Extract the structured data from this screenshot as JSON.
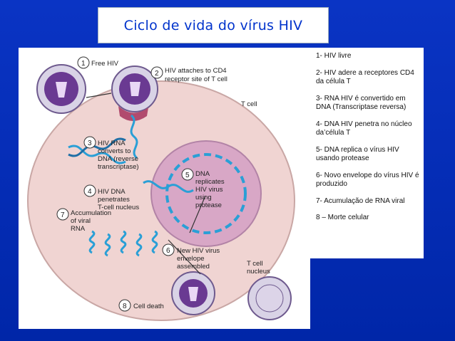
{
  "title": "Ciclo de vida do vírus HIV",
  "diagram": {
    "labels": {
      "step1": "Free HIV",
      "step2_line1": "HIV attaches to CD4",
      "step2_line2": "receptor site of T cell",
      "tcell": "T cell",
      "step3_line1": "HIV RNA",
      "step3_line2": "converts to",
      "step3_line3": "DNA (reverse",
      "step3_line4": "transcriptase)",
      "step4_line1": "HIV DNA",
      "step4_line2": "penetrates",
      "step4_line3": "T-cell nucleus",
      "step5_line1": "DNA",
      "step5_line2": "replicates",
      "step5_line3": "HIV virus",
      "step5_line4": "using",
      "step5_line5": "protease",
      "step7_line1": "Accumulation",
      "step7_line2": "of viral",
      "step7_line3": "RNA",
      "step6_line1": "New HIV virus",
      "step6_line2": "envelope",
      "step6_line3": "assembled",
      "nucleus_line1": "T cell",
      "nucleus_line2": "nucleus",
      "step8": "Cell death"
    },
    "numbers": [
      "1",
      "2",
      "3",
      "4",
      "5",
      "6",
      "7",
      "8"
    ]
  },
  "legend": [
    "1- HIV livre",
    "2- HIV adere a receptores CD4 da célula T",
    "3- RNA HIV é convertido em DNA (Transcriptase reversa)",
    "4- DNA HIV penetra no núcleo da’célula T",
    "5- DNA replica o vírus HIV usando protease",
    "6- Novo envelope do vírus HIV é produzido",
    "7- Acumulação de RNA viral",
    "8 – Morte celular"
  ],
  "colors": {
    "background": "#002bb8",
    "title_text": "#0033cc",
    "cell_fill": "#f0d4d2",
    "nucleus_fill": "#d8a7c6",
    "virus_purple": "#5b2a86",
    "dna_blue": "#2a9fd6"
  }
}
